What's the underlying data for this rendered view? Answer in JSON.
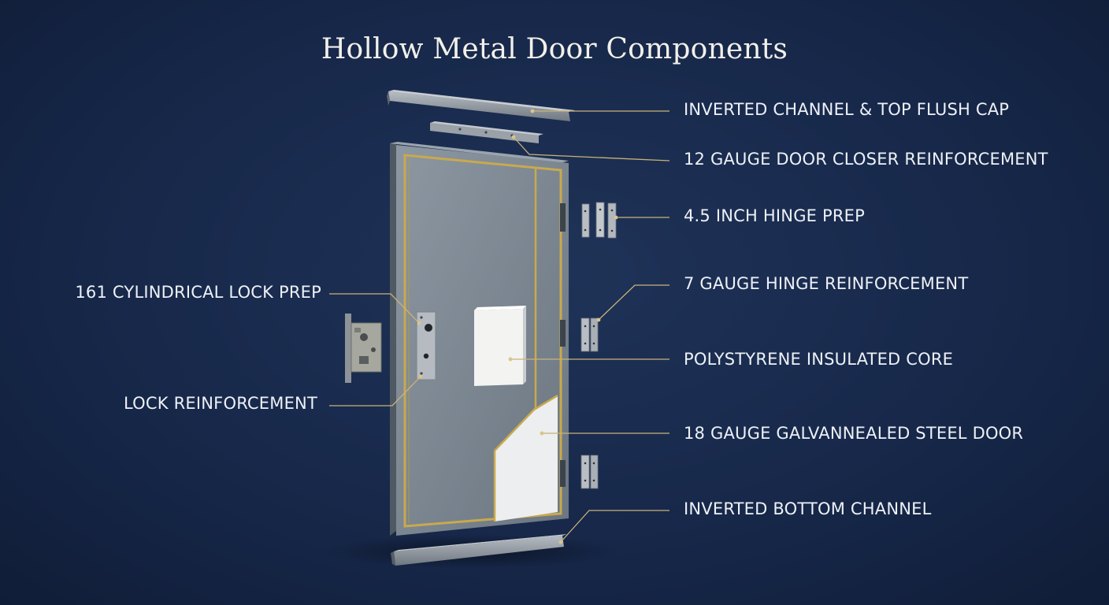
{
  "title": "Hollow Metal Door Components",
  "callouts": {
    "top_cap": "INVERTED CHANNEL & TOP FLUSH CAP",
    "closer_reinforcement": "12 GAUGE DOOR CLOSER REINFORCEMENT",
    "hinge_prep": "4.5 INCH HINGE PREP",
    "hinge_reinforcement": "7 GAUGE HINGE REINFORCEMENT",
    "core": "POLYSTYRENE INSULATED CORE",
    "steel_door": "18 GAUGE GALVANNEALED STEEL DOOR",
    "bottom_channel": "INVERTED BOTTOM CHANNEL",
    "lock_prep": "161 CYLINDRICAL LOCK PREP",
    "lock_reinforcement": "LOCK REINFORCEMENT"
  },
  "colors": {
    "background": "#17284a",
    "leader_line": "#c9b27a",
    "door_frame_gold": "#c9a94e",
    "door_face": "#7d8994",
    "core_white": "#eceeef"
  }
}
